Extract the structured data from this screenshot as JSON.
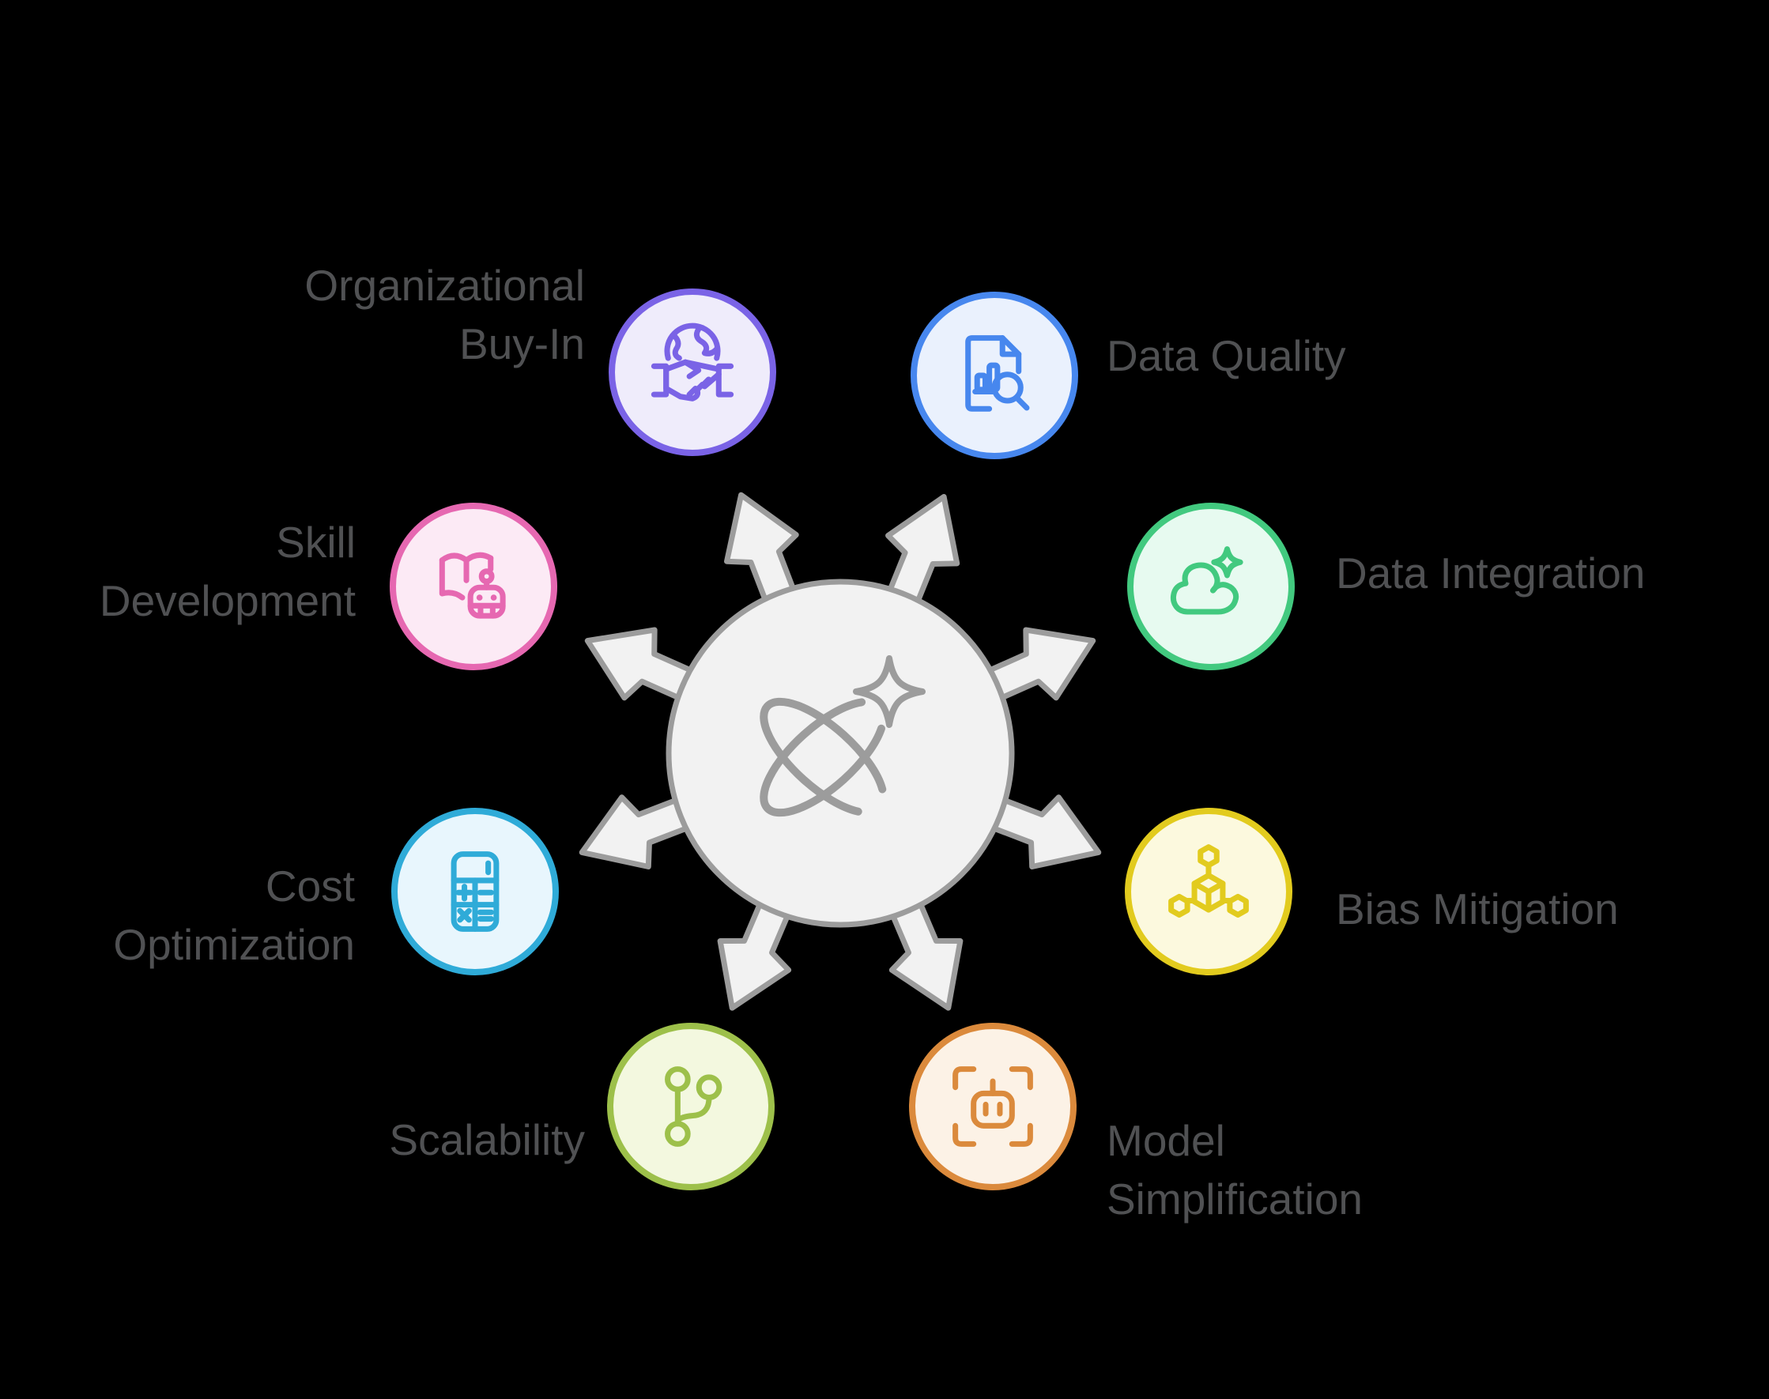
{
  "background": "#000000",
  "text_color": "#505153",
  "center": {
    "icon": "ai-orbit-sparkle-icon",
    "fill": "#F2F2F2",
    "stroke": "#9C9C9C",
    "arrow_count": 8
  },
  "nodes": [
    {
      "id": "buyin",
      "label": "Organizational\nBuy-In",
      "icon": "handshake-globe-icon",
      "border": "#7A63E6",
      "fill": "#EFECFB"
    },
    {
      "id": "quality",
      "label": "Data Quality",
      "icon": "document-chart-magnifier-icon",
      "border": "#4787EE",
      "fill": "#EAF1FD"
    },
    {
      "id": "integration",
      "label": "Data Integration",
      "icon": "cloud-sparkle-icon",
      "border": "#42C97F",
      "fill": "#E7FAF0"
    },
    {
      "id": "bias",
      "label": "Bias Mitigation",
      "icon": "cube-network-icon",
      "border": "#E2CB1E",
      "fill": "#FCF9DE"
    },
    {
      "id": "model",
      "label": "Model\nSimplification",
      "icon": "robot-scan-icon",
      "border": "#DB8A3C",
      "fill": "#FCF2E6"
    },
    {
      "id": "scalability",
      "label": "Scalability",
      "icon": "git-branch-icon",
      "border": "#9DC04A",
      "fill": "#F3F8DF"
    },
    {
      "id": "cost",
      "label": "Cost\nOptimization",
      "icon": "calculator-icon",
      "border": "#2FABD8",
      "fill": "#E8F6FD"
    },
    {
      "id": "skill",
      "label": "Skill\nDevelopment",
      "icon": "book-robot-icon",
      "border": "#E668B1",
      "fill": "#FCEAF5"
    }
  ]
}
